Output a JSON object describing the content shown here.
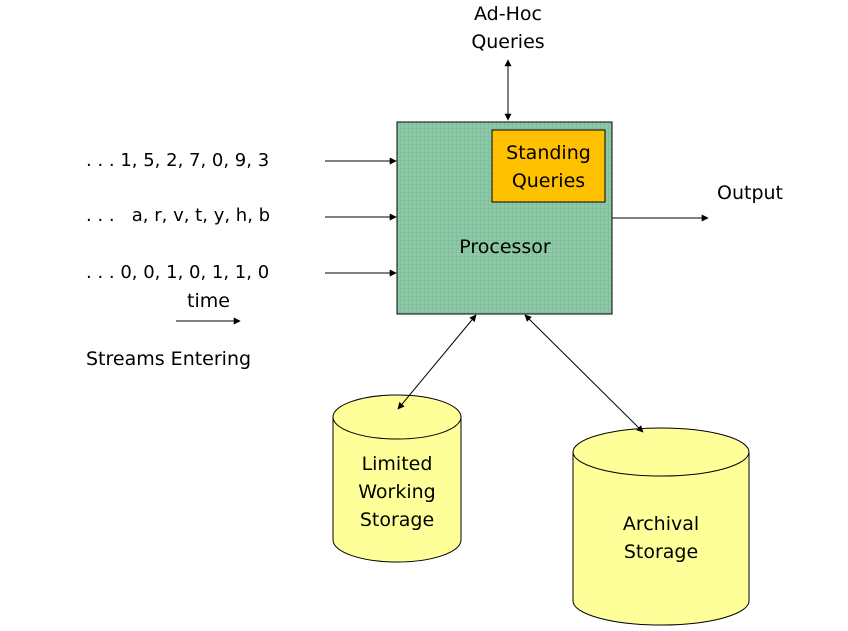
{
  "ad_hoc": {
    "line1": "Ad-Hoc",
    "line2": "Queries"
  },
  "standing": {
    "line1": "Standing",
    "line2": "Queries"
  },
  "processor": {
    "label": "Processor"
  },
  "output": {
    "label": "Output"
  },
  "streams": {
    "numbers": ". . . 1, 5, 2, 7, 0, 9, 3",
    "letters": ". . .   a, r, v, t, y, h, b",
    "bits": ". . . 0, 0, 1, 0, 1, 1, 0",
    "time_label": "time",
    "caption": "Streams Entering"
  },
  "limited": {
    "line1": "Limited",
    "line2": "Working",
    "line3": "Storage"
  },
  "archival": {
    "line1": "Archival",
    "line2": "Storage"
  },
  "colors": {
    "processor_fill": "#8fcaa8",
    "standing_fill": "#ffc000",
    "storage_fill": "#ffff99",
    "stroke": "#000000"
  }
}
